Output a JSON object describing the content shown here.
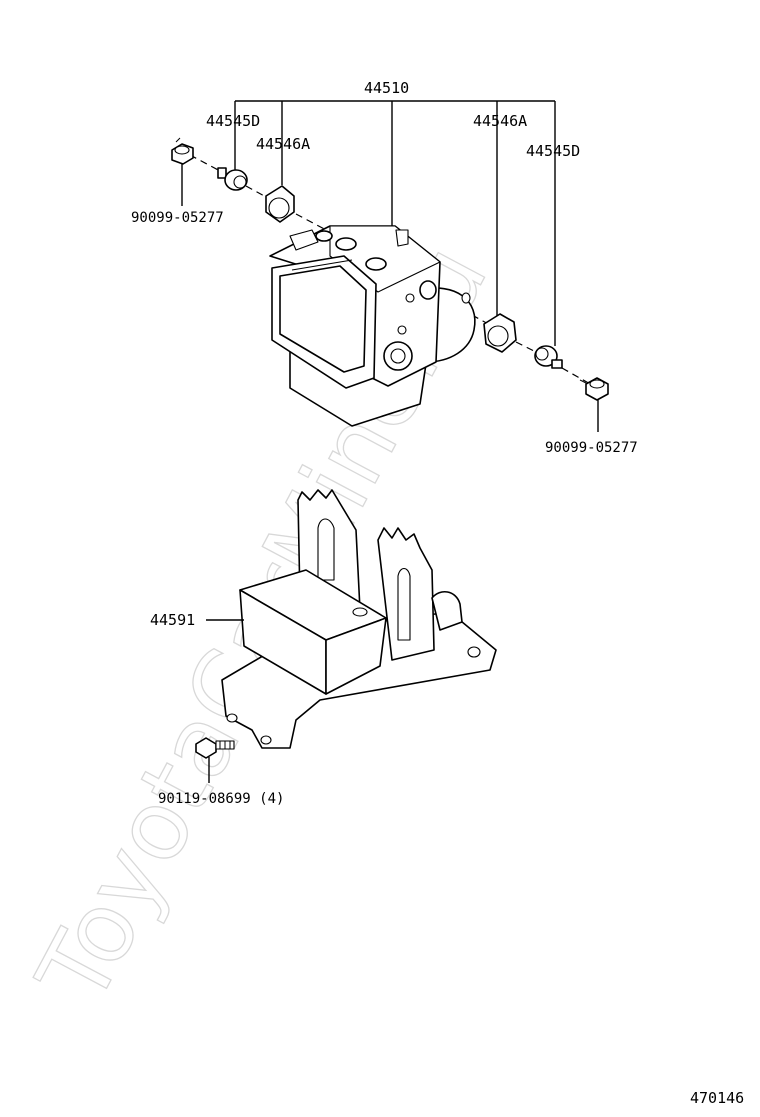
{
  "watermark": "ToyotaCarMine.ru",
  "diagram_id": "470146",
  "callouts": {
    "actuator_assy": "44510",
    "bushing_left": "44545D",
    "spacer_left": "44546A",
    "spacer_right": "44546A",
    "bushing_right": "44545D",
    "bolt_left": "90099-05277",
    "bolt_right": "90099-05277",
    "bracket": "44591",
    "bracket_bolt": "90119-08699 (4)"
  }
}
